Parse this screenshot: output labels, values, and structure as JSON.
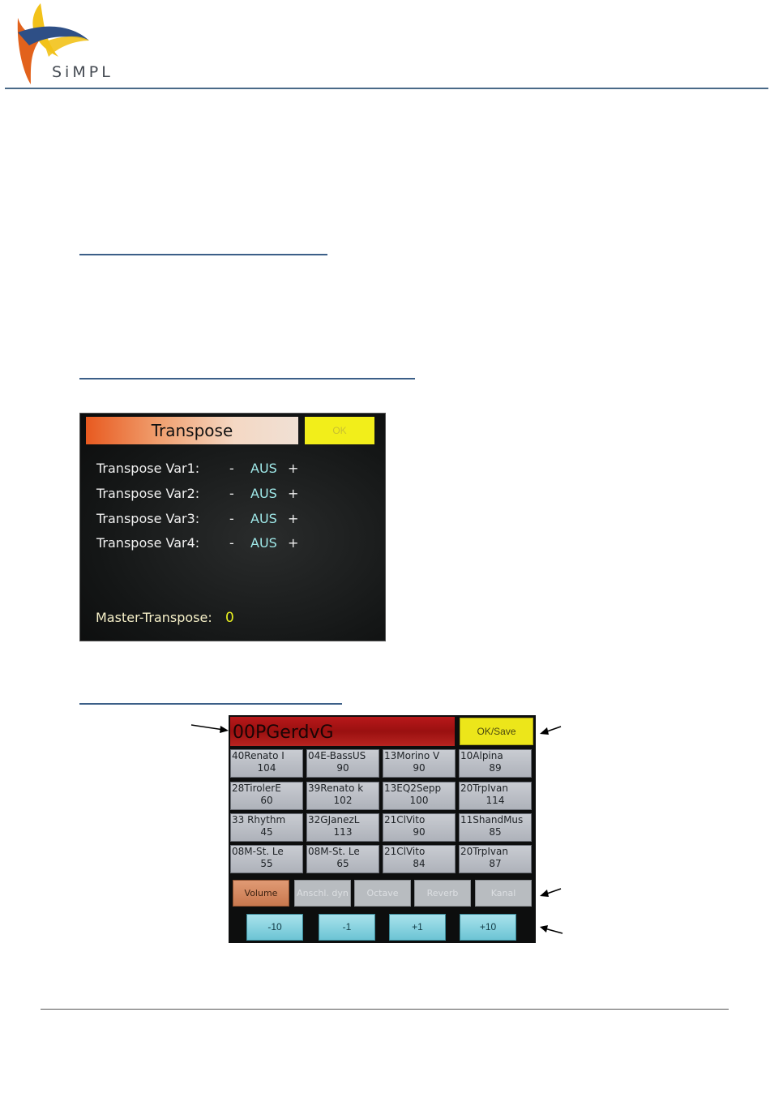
{
  "header": {
    "logo_text": "SiMPL",
    "colors": {
      "rule": "#4a6a88",
      "logo_yellow": "#f2c21a",
      "logo_orange": "#e2621c",
      "logo_blue": "#2e4f86"
    }
  },
  "transpose_screen": {
    "title": "Transpose",
    "ok_label": "OK",
    "rows": [
      {
        "label": "Transpose Var1:",
        "minus": "-",
        "value": "AUS",
        "plus": "+"
      },
      {
        "label": "Transpose Var2:",
        "minus": "-",
        "value": "AUS",
        "plus": "+"
      },
      {
        "label": "Transpose Var3:",
        "minus": "-",
        "value": "AUS",
        "plus": "+"
      },
      {
        "label": "Transpose Var4:",
        "minus": "-",
        "value": "AUS",
        "plus": "+"
      }
    ],
    "master_label": "Master-Transpose:",
    "master_value": "0"
  },
  "volume_screen": {
    "preset_name": "00PGerdvG",
    "ok_save_label": "OK/Save",
    "slots": [
      [
        {
          "name": "40Renato I",
          "value": "104"
        },
        {
          "name": "04E-BassUS",
          "value": "90"
        },
        {
          "name": "13Morino V",
          "value": "90"
        },
        {
          "name": "10Alpina",
          "value": "89"
        }
      ],
      [
        {
          "name": "28TirolerE",
          "value": "60"
        },
        {
          "name": "39Renato k",
          "value": "102"
        },
        {
          "name": "13EQ2Sepp",
          "value": "100"
        },
        {
          "name": "20TrpIvan",
          "value": "114"
        }
      ],
      [
        {
          "name": "33 Rhythm",
          "value": "45"
        },
        {
          "name": "32GJanezL",
          "value": "113"
        },
        {
          "name": "21ClVito",
          "value": "90"
        },
        {
          "name": "11ShandMus",
          "value": "85"
        }
      ],
      [
        {
          "name": "08M-St. Le",
          "value": "55"
        },
        {
          "name": "08M-St. Le",
          "value": "65"
        },
        {
          "name": "21ClVito",
          "value": "84"
        },
        {
          "name": "20TrpIvan",
          "value": "87"
        }
      ]
    ],
    "modes": [
      "Volume",
      "Anschl. dyn",
      "Octave",
      "Reverb",
      "Kanal"
    ],
    "active_mode": "Volume",
    "steps": [
      "-10",
      "-1",
      "+1",
      "+10"
    ]
  }
}
